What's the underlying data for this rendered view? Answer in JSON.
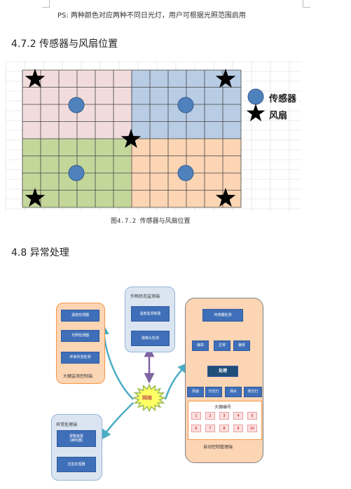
{
  "header": {
    "note": "PS:  两种颜色对应两种不同日光灯，用户可根据光照范围启用"
  },
  "section_472": {
    "title": "4.7.2  传感器与风扇位置",
    "caption": "图4.7.2  传感器与风扇位置",
    "legend": [
      {
        "symbol": "circle-icon",
        "label": "传感器"
      },
      {
        "symbol": "star-icon",
        "label": "风扇"
      }
    ],
    "colors": {
      "top_left": "#f2dcdb",
      "top_right": "#b8cce4",
      "bottom_left": "#c4d79b",
      "bottom_right": "#fcd5b4",
      "sensor": "#4f81bd",
      "grid_line": "#444444",
      "faint_grid": "#d9d9d9"
    }
  },
  "section_48": {
    "title": "4.8 异常处理",
    "diagram": {
      "left_panel": {
        "items": [
          "温度检测器",
          "光照检测器",
          "养家状态检测"
        ],
        "caption": "大棚监测控制端"
      },
      "top_panel": {
        "title": "作物状态监测端",
        "items": [
          "温度监测装置",
          "摄像头检测"
        ]
      },
      "center_label": "网络",
      "bottom_left_panel": {
        "title": "异常处理端",
        "items": [
          "报警装置\n(蜂鸣器)",
          "应急处理器"
        ]
      },
      "right_panel": {
        "top_box": "传感器检测",
        "mid_boxes": [
          "偏高",
          "正常",
          "偏低"
        ],
        "process": "处理",
        "actuators": [
          "风扇",
          "日光灯",
          "洒水",
          "热光灯"
        ],
        "numbering_title": "大棚编号",
        "numbers": [
          "1",
          "2",
          "3",
          "4",
          "5",
          "6",
          "7",
          "8",
          "9",
          "10"
        ],
        "caption": "自动控制管理端"
      }
    }
  }
}
